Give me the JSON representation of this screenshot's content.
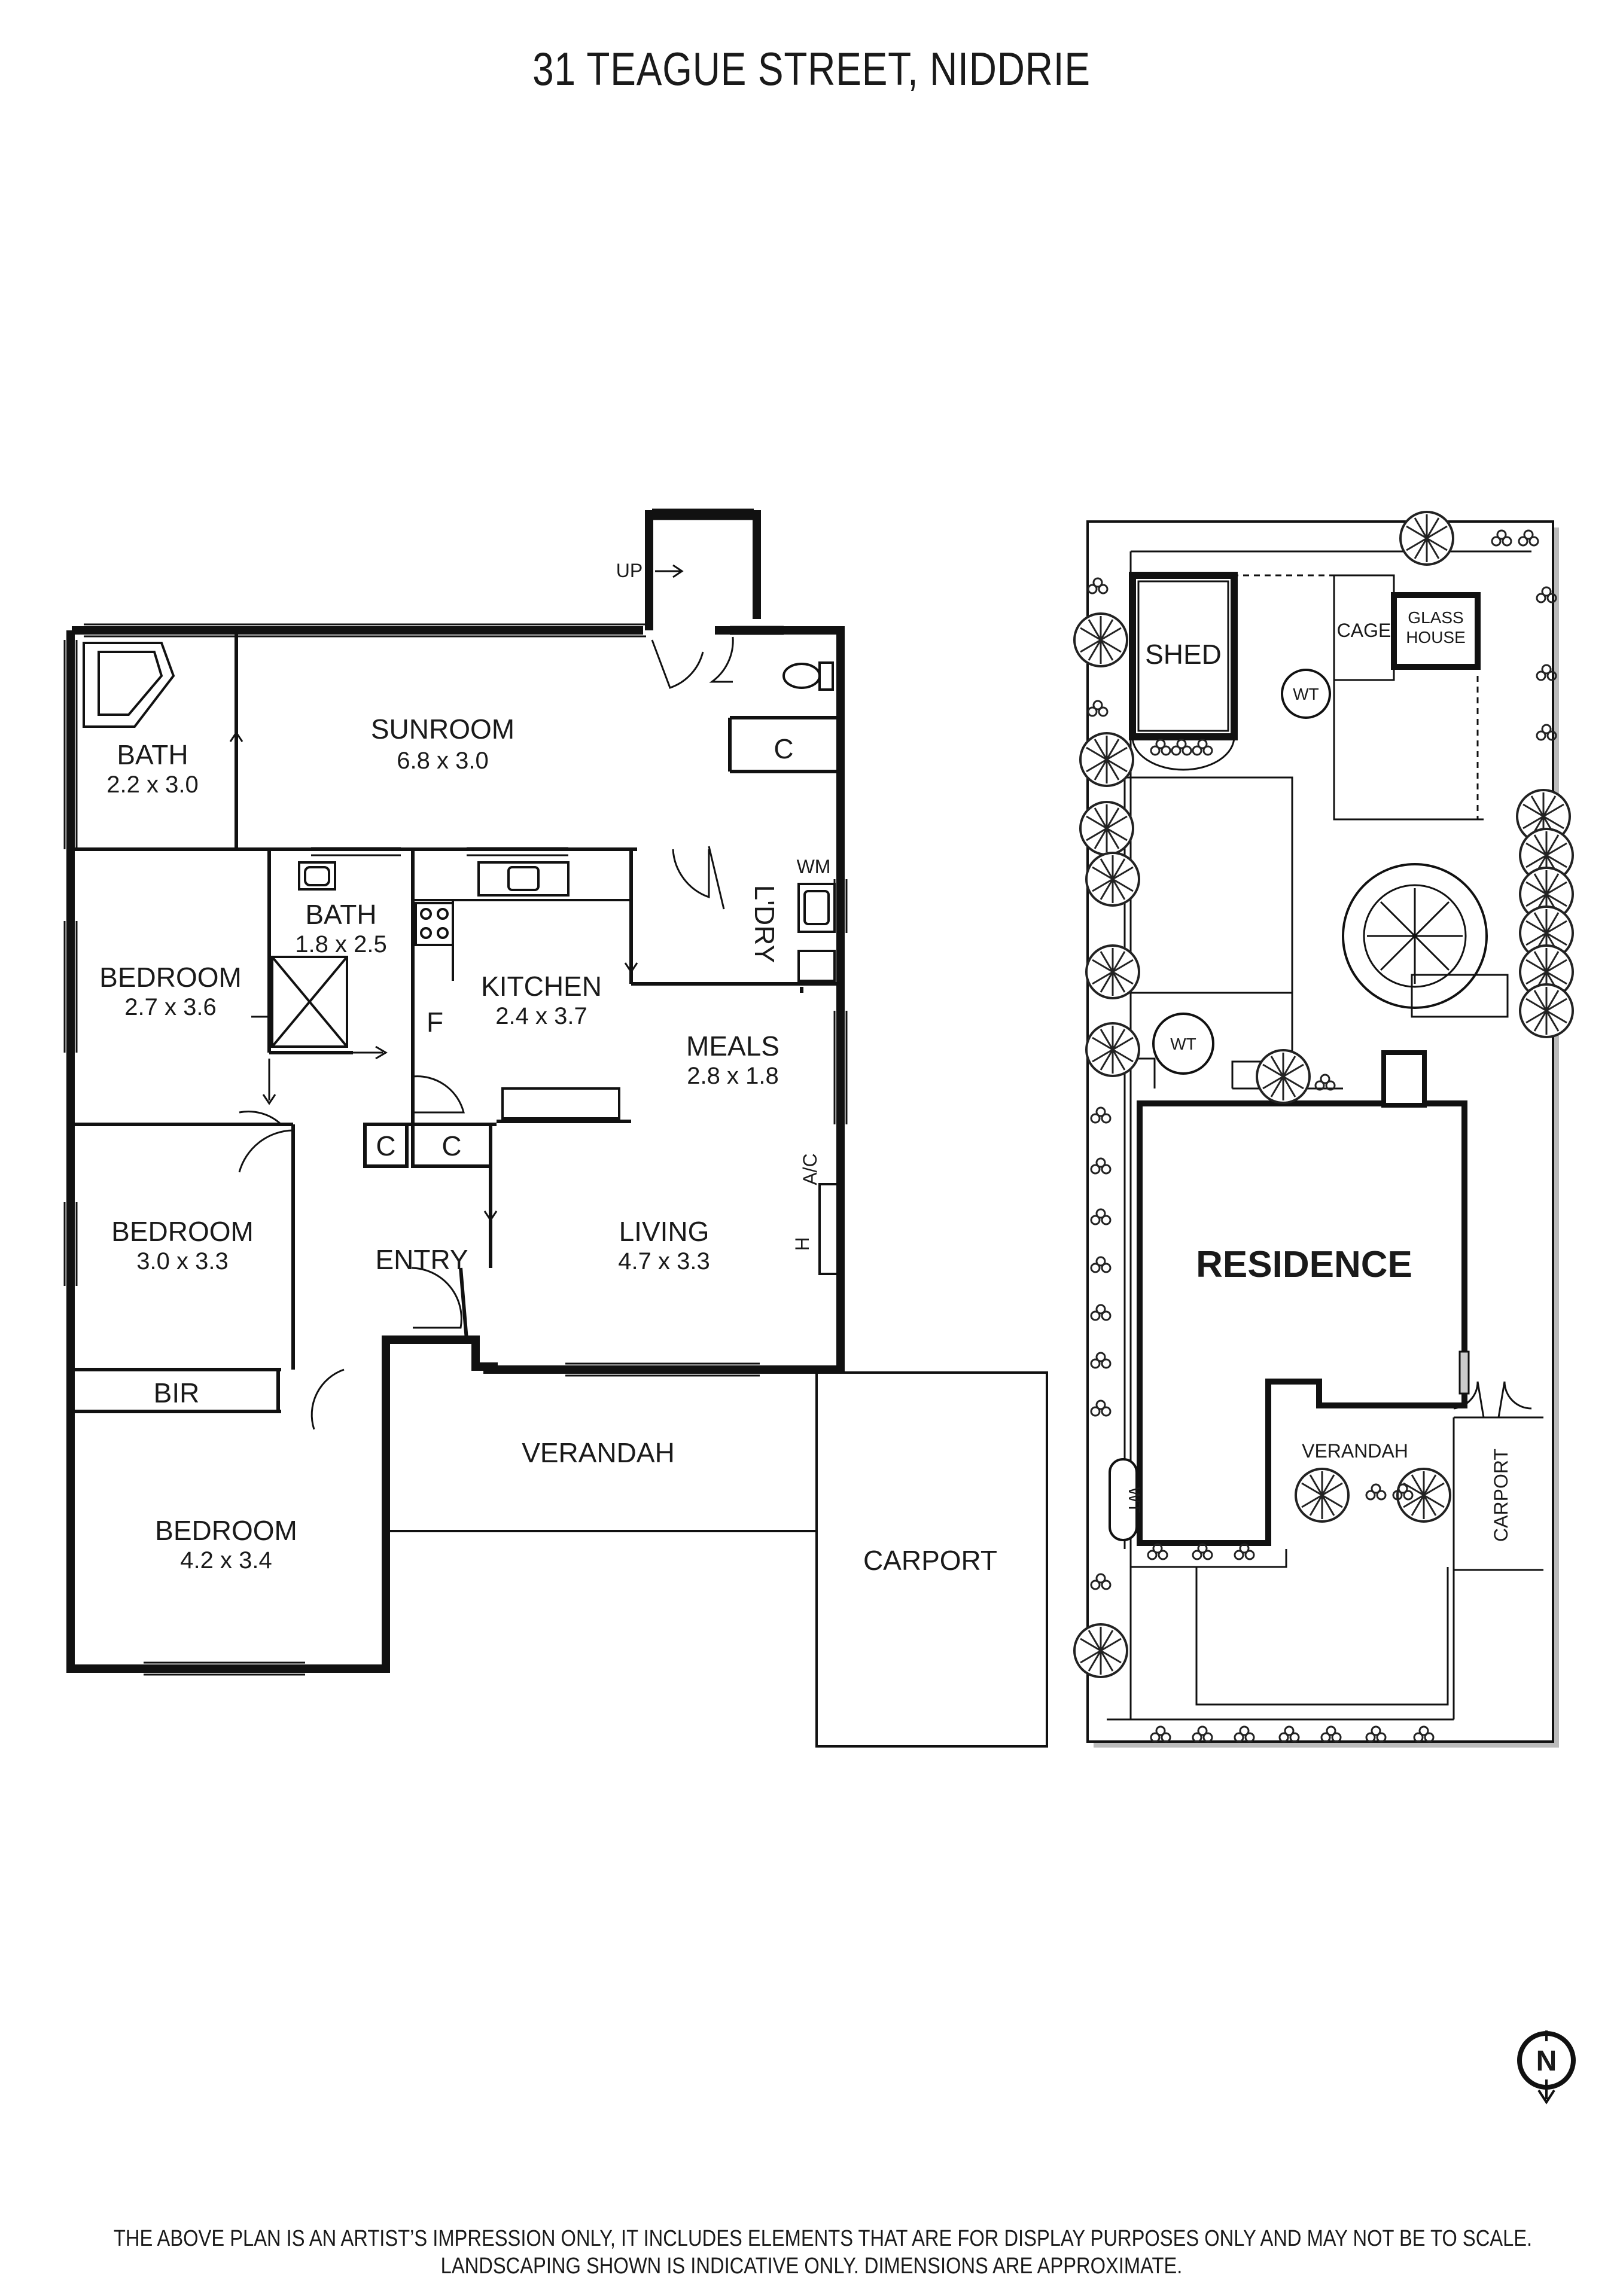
{
  "title": "31 TEAGUE STREET, NIDDRIE",
  "floor_plan": {
    "rooms": {
      "sunroom": {
        "name": "SUNROOM",
        "dims": "6.8 x 3.0"
      },
      "bath_main": {
        "name": "BATH",
        "dims": "2.2 x 3.0"
      },
      "bath_small": {
        "name": "BATH",
        "dims": "1.8 x 2.5"
      },
      "bedroom1": {
        "name": "BEDROOM",
        "dims": "2.7 x 3.6"
      },
      "kitchen": {
        "name": "KITCHEN",
        "dims": "2.4 x 3.7"
      },
      "meals": {
        "name": "MEALS",
        "dims": "2.8 x 1.8"
      },
      "bedroom2": {
        "name": "BEDROOM",
        "dims": "3.0 x 3.3"
      },
      "living": {
        "name": "LIVING",
        "dims": "4.7 x 3.3"
      },
      "bedroom3": {
        "name": "BEDROOM",
        "dims": "4.2 x 3.4"
      }
    },
    "labels": {
      "entry": "ENTRY",
      "laundry": "L'DRY",
      "verandah": "VERANDAH",
      "carport": "CARPORT",
      "bir": "BIR",
      "up": "UP",
      "wm": "WM",
      "cupboard": "C",
      "fridge": "F",
      "ac": "A/C",
      "heater": "H"
    }
  },
  "site_plan": {
    "residence": "RESIDENCE",
    "shed": "SHED",
    "cage": "CAGE",
    "glass_house_line1": "GLASS",
    "glass_house_line2": "HOUSE",
    "water_tank": "WT",
    "verandah": "VERANDAH",
    "carport": "CARPORT"
  },
  "compass": {
    "label": "N"
  },
  "disclaimer": {
    "line1": "THE ABOVE PLAN IS AN ARTIST’S IMPRESSION ONLY, IT INCLUDES ELEMENTS THAT ARE FOR DISPLAY PURPOSES ONLY AND MAY NOT BE TO SCALE.",
    "line2": "LANDSCAPING SHOWN IS INDICATIVE ONLY. DIMENSIONS ARE APPROXIMATE."
  }
}
